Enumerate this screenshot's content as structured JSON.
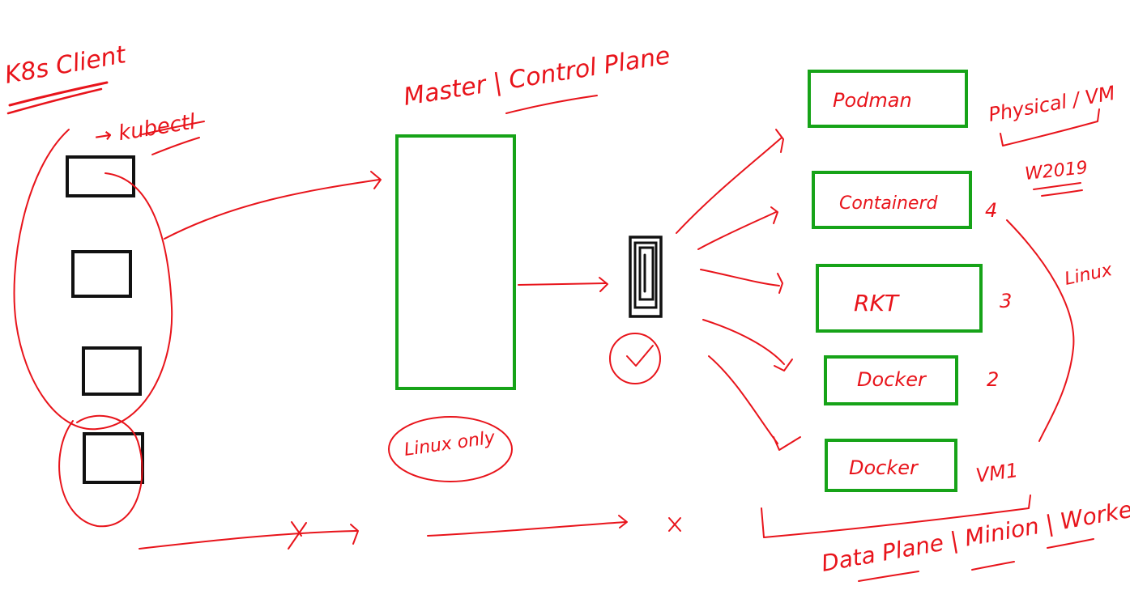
{
  "colors": {
    "background": "#ffffff",
    "ink_red": "#e8141b",
    "box_green": "#16a318",
    "box_black": "#111111"
  },
  "labels": {
    "client_title": "K8s Client",
    "kubectl": "→ kubectl",
    "master_title": "Master | Control Plane",
    "linux_only": "Linux only",
    "data_plane": "Data Plane | Minion | Worker",
    "physical_vm": "Physical / VM",
    "w2019": "W2019",
    "linux": "Linux",
    "vm1": "VM1"
  },
  "runtimes": [
    {
      "label": "Podman",
      "number": ""
    },
    {
      "label": "Containerd",
      "number": "4"
    },
    {
      "label": "RKT",
      "number": "3"
    },
    {
      "label": "Docker",
      "number": "2"
    },
    {
      "label": "Docker",
      "number": ""
    }
  ],
  "icons": {
    "connector": "plug-icon",
    "check": "check-circle-icon",
    "cross": "cross-icon"
  }
}
